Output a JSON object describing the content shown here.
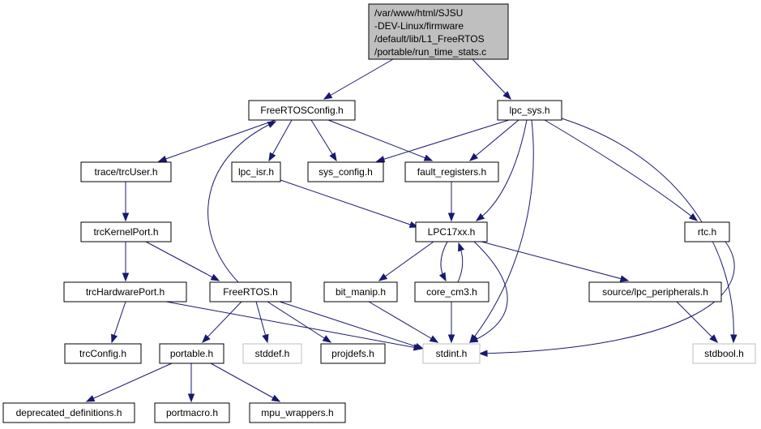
{
  "colors": {
    "edge": "#191970",
    "root_fill": "#bfbfbf",
    "node_border": "#000000",
    "system_header_border": "#bfbfbf",
    "background": "#ffffff"
  },
  "nodes": {
    "run_time_stats_c": {
      "lines": [
        "/var/www/html/SJSU",
        "-DEV-Linux/firmware",
        "/default/lib/L1_FreeRTOS",
        "/portable/run_time_stats.c"
      ]
    },
    "freertosconfig_h": {
      "label": "FreeRTOSConfig.h"
    },
    "lpc_sys_h": {
      "label": "lpc_sys.h"
    },
    "trcuser_h": {
      "label": "trace/trcUser.h"
    },
    "lpc_isr_h": {
      "label": "lpc_isr.h"
    },
    "sys_config_h": {
      "label": "sys_config.h"
    },
    "fault_registers_h": {
      "label": "fault_registers.h"
    },
    "trckernelport_h": {
      "label": "trcKernelPort.h"
    },
    "lpc17xx_h": {
      "label": "LPC17xx.h"
    },
    "rtc_h": {
      "label": "rtc.h"
    },
    "trchardwareport_h": {
      "label": "trcHardwarePort.h"
    },
    "freertos_h": {
      "label": "FreeRTOS.h"
    },
    "bit_manip_h": {
      "label": "bit_manip.h"
    },
    "core_cm3_h": {
      "label": "core_cm3.h"
    },
    "lpc_peripherals_h": {
      "label": "source/lpc_peripherals.h"
    },
    "trcconfig_h": {
      "label": "trcConfig.h"
    },
    "portable_h": {
      "label": "portable.h"
    },
    "stddef_h": {
      "label": "stddef.h"
    },
    "projdefs_h": {
      "label": "projdefs.h"
    },
    "stdint_h": {
      "label": "stdint.h"
    },
    "stdbool_h": {
      "label": "stdbool.h"
    },
    "deprecated_definitions_h": {
      "label": "deprecated_definitions.h"
    },
    "portmacro_h": {
      "label": "portmacro.h"
    },
    "mpu_wrappers_h": {
      "label": "mpu_wrappers.h"
    }
  },
  "edges": [
    {
      "from": "run_time_stats_c",
      "to": "freertosconfig_h"
    },
    {
      "from": "run_time_stats_c",
      "to": "lpc_sys_h"
    },
    {
      "from": "freertosconfig_h",
      "to": "trcuser_h"
    },
    {
      "from": "freertosconfig_h",
      "to": "lpc_isr_h"
    },
    {
      "from": "freertosconfig_h",
      "to": "sys_config_h"
    },
    {
      "from": "freertosconfig_h",
      "to": "fault_registers_h"
    },
    {
      "from": "lpc_sys_h",
      "to": "sys_config_h"
    },
    {
      "from": "lpc_sys_h",
      "to": "fault_registers_h"
    },
    {
      "from": "lpc_sys_h",
      "to": "lpc17xx_h"
    },
    {
      "from": "lpc_sys_h",
      "to": "stdint_h"
    },
    {
      "from": "lpc_sys_h",
      "to": "rtc_h"
    },
    {
      "from": "lpc_sys_h",
      "to": "stdbool_h"
    },
    {
      "from": "trcuser_h",
      "to": "trckernelport_h"
    },
    {
      "from": "trckernelport_h",
      "to": "trchardwareport_h"
    },
    {
      "from": "trckernelport_h",
      "to": "freertos_h"
    },
    {
      "from": "trchardwareport_h",
      "to": "trcconfig_h"
    },
    {
      "from": "trchardwareport_h",
      "to": "stdint_h"
    },
    {
      "from": "freertos_h",
      "to": "freertosconfig_h"
    },
    {
      "from": "freertos_h",
      "to": "portable_h"
    },
    {
      "from": "freertos_h",
      "to": "stddef_h"
    },
    {
      "from": "freertos_h",
      "to": "projdefs_h"
    },
    {
      "from": "freertos_h",
      "to": "stdint_h"
    },
    {
      "from": "lpc_isr_h",
      "to": "lpc17xx_h"
    },
    {
      "from": "fault_registers_h",
      "to": "lpc17xx_h"
    },
    {
      "from": "lpc17xx_h",
      "to": "bit_manip_h"
    },
    {
      "from": "lpc17xx_h",
      "to": "core_cm3_h"
    },
    {
      "from": "lpc17xx_h",
      "to": "lpc_peripherals_h"
    },
    {
      "from": "lpc17xx_h",
      "to": "stdint_h"
    },
    {
      "from": "core_cm3_h",
      "to": "lpc17xx_h"
    },
    {
      "from": "core_cm3_h",
      "to": "stdint_h"
    },
    {
      "from": "bit_manip_h",
      "to": "stdint_h"
    },
    {
      "from": "lpc_peripherals_h",
      "to": "stdbool_h"
    },
    {
      "from": "rtc_h",
      "to": "stdint_h"
    },
    {
      "from": "portable_h",
      "to": "deprecated_definitions_h"
    },
    {
      "from": "portable_h",
      "to": "portmacro_h"
    },
    {
      "from": "portable_h",
      "to": "mpu_wrappers_h"
    }
  ]
}
